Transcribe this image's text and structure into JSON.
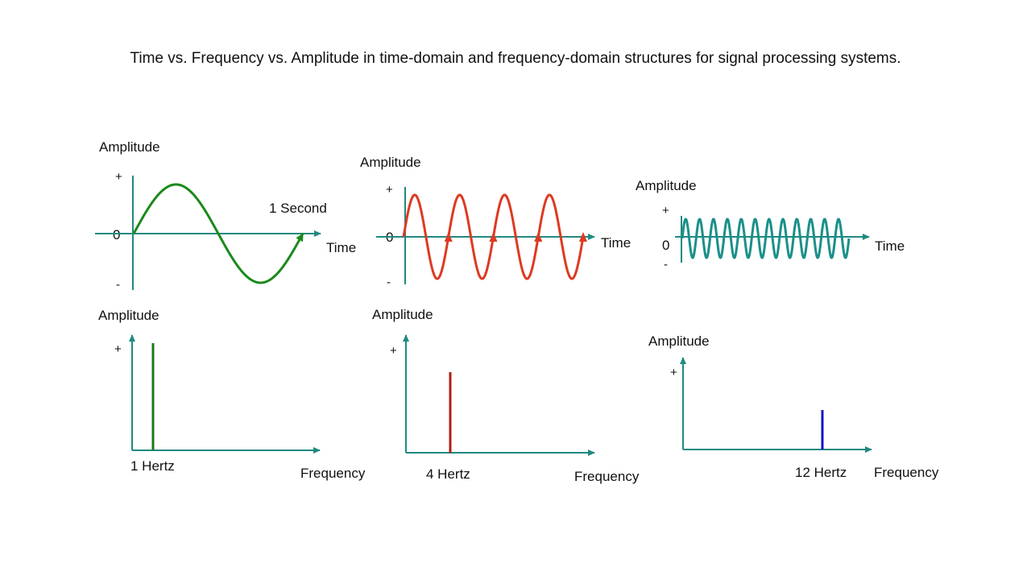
{
  "title": "Time vs. Frequency vs. Amplitude in time-domain and frequency-domain structures for signal processing systems.",
  "colors": {
    "axis": "#1f8a80",
    "wave_1hz": "#1a8a1a",
    "wave_4hz": "#dd3a22",
    "wave_12hz": "#1a9089",
    "spike_1hz": "#1a7a1a",
    "spike_4hz": "#b01d10",
    "spike_12hz": "#1414c8"
  },
  "time_domain": [
    {
      "amplitude_label": "Amplitude",
      "plus": "+",
      "zero": "0",
      "minus": "-",
      "time_label": "Time",
      "annotation": "1 Second",
      "cycles": 1
    },
    {
      "amplitude_label": "Amplitude",
      "plus": "+",
      "zero": "0",
      "minus": "-",
      "time_label": "Time",
      "cycles": 4
    },
    {
      "amplitude_label": "Amplitude",
      "plus": "+",
      "zero": "0",
      "minus": "-",
      "time_label": "Time",
      "cycles": 12
    }
  ],
  "frequency_domain": [
    {
      "amplitude_label": "Amplitude",
      "plus": "+",
      "freq_label": "Frequency",
      "spike_label": "1 Hertz",
      "frequency": 1,
      "relative_amplitude": 1.0
    },
    {
      "amplitude_label": "Amplitude",
      "plus": "+",
      "freq_label": "Frequency",
      "spike_label": "4 Hertz",
      "frequency": 4,
      "relative_amplitude": 0.75
    },
    {
      "amplitude_label": "Amplitude",
      "plus": "+",
      "freq_label": "Frequency",
      "spike_label": "12 Hertz",
      "frequency": 12,
      "relative_amplitude": 0.5
    }
  ]
}
